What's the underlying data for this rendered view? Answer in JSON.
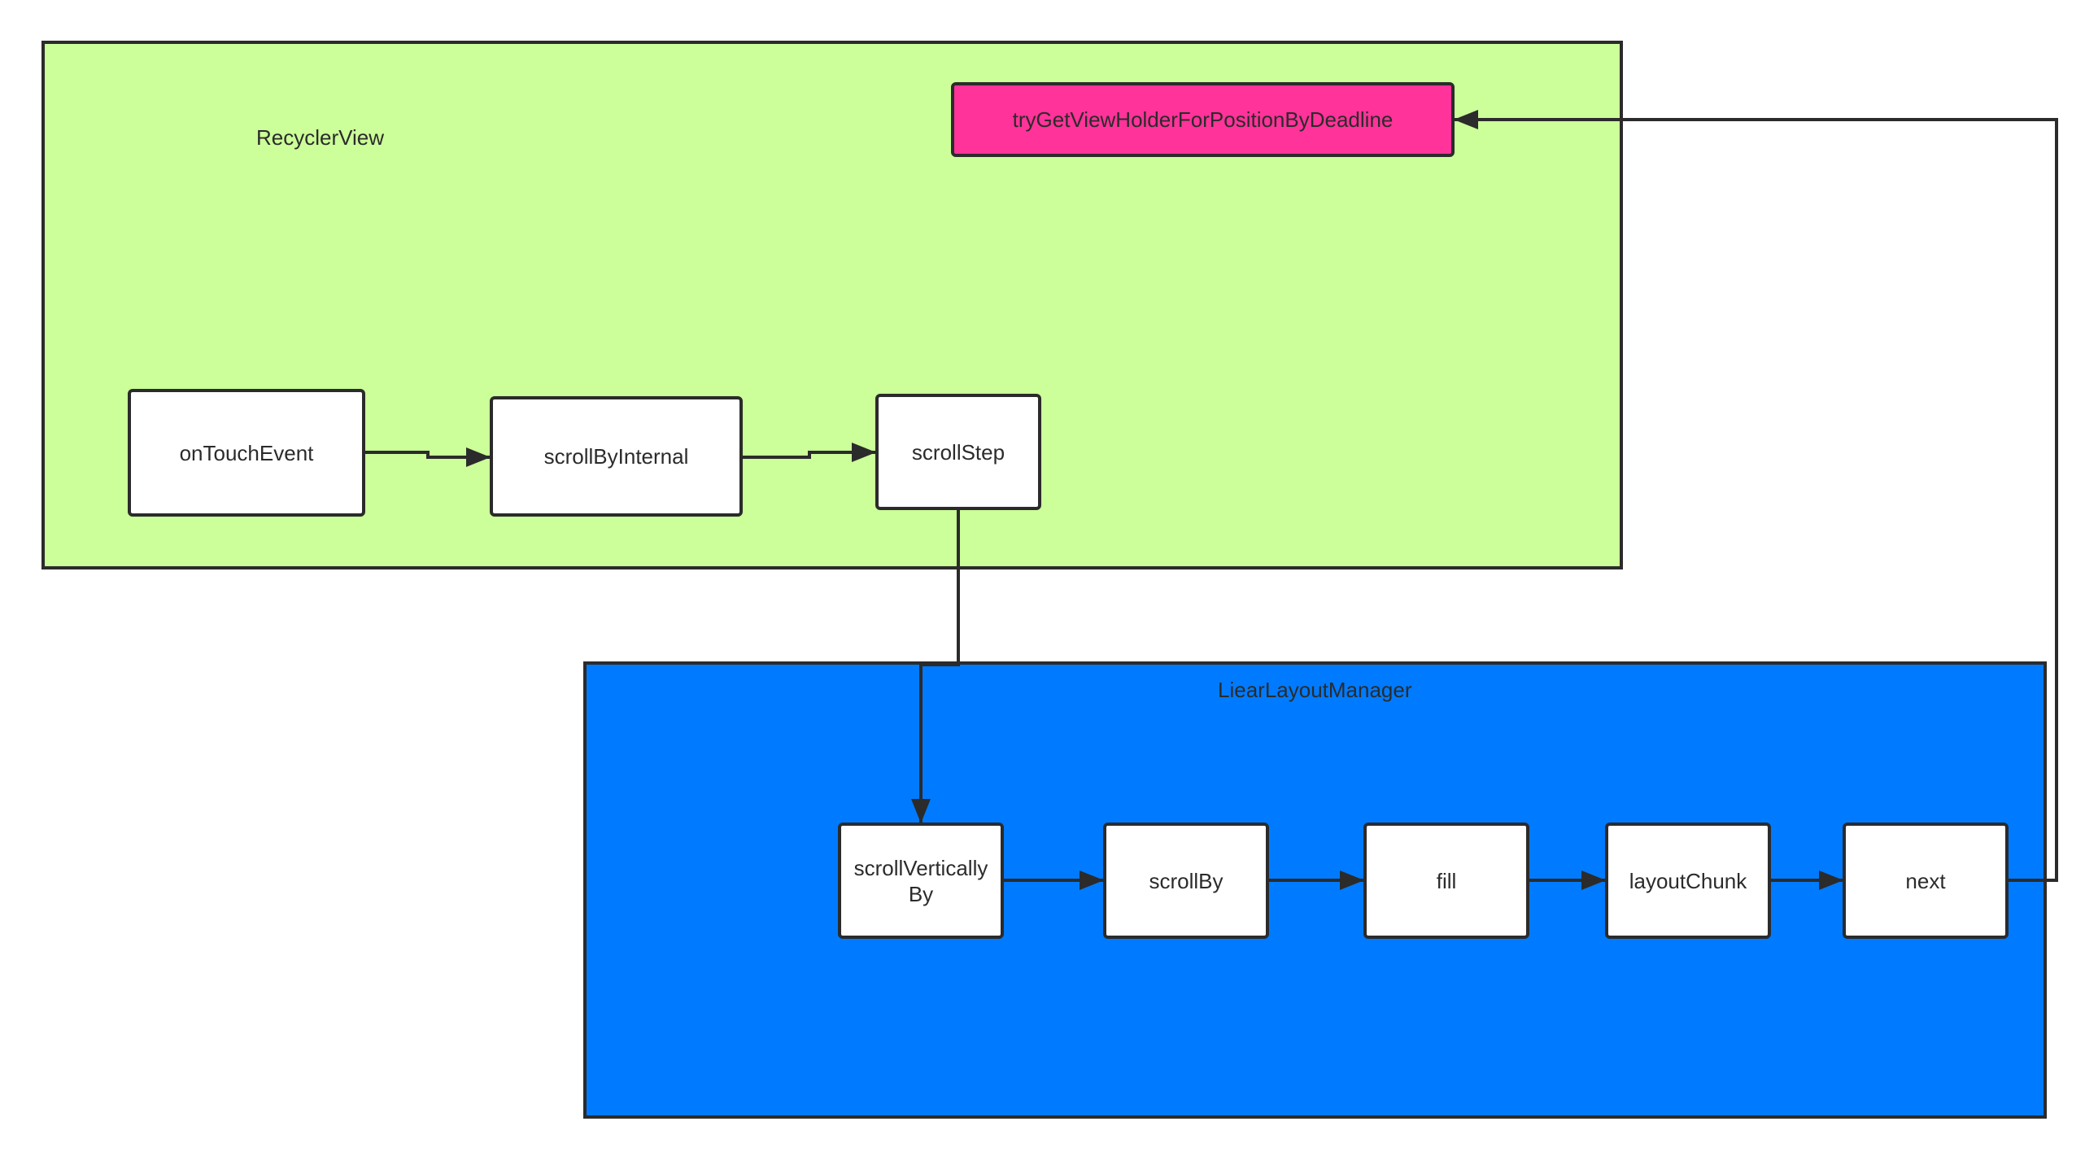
{
  "colors": {
    "recycler_view_bg": "#ccff99",
    "layout_manager_bg": "#007bff",
    "highlight_node_bg": "#ff3399",
    "node_bg": "#ffffff",
    "stroke": "#2b2b2b"
  },
  "containers": {
    "recycler_view": {
      "label": "RecyclerView"
    },
    "layout_manager": {
      "label": "LiearLayoutManager"
    }
  },
  "nodes": {
    "on_touch_event": {
      "label": "onTouchEvent"
    },
    "scroll_by_internal": {
      "label": "scrollByInternal"
    },
    "scroll_step": {
      "label": "scrollStep"
    },
    "try_get_view_holder": {
      "label": "tryGetViewHolderForPositionByDeadline"
    },
    "scroll_vertically_by": {
      "label": "scrollVerticallyBy"
    },
    "scroll_by": {
      "label": "scrollBy"
    },
    "fill": {
      "label": "fill"
    },
    "layout_chunk": {
      "label": "layoutChunk"
    },
    "next": {
      "label": "next"
    }
  },
  "edges": [
    {
      "from": "onTouchEvent",
      "to": "scrollByInternal"
    },
    {
      "from": "scrollByInternal",
      "to": "scrollStep"
    },
    {
      "from": "scrollStep",
      "to": "scrollVerticallyBy"
    },
    {
      "from": "scrollVerticallyBy",
      "to": "scrollBy"
    },
    {
      "from": "scrollBy",
      "to": "fill"
    },
    {
      "from": "fill",
      "to": "layoutChunk"
    },
    {
      "from": "layoutChunk",
      "to": "next"
    },
    {
      "from": "next",
      "to": "tryGetViewHolderForPositionByDeadline"
    }
  ]
}
